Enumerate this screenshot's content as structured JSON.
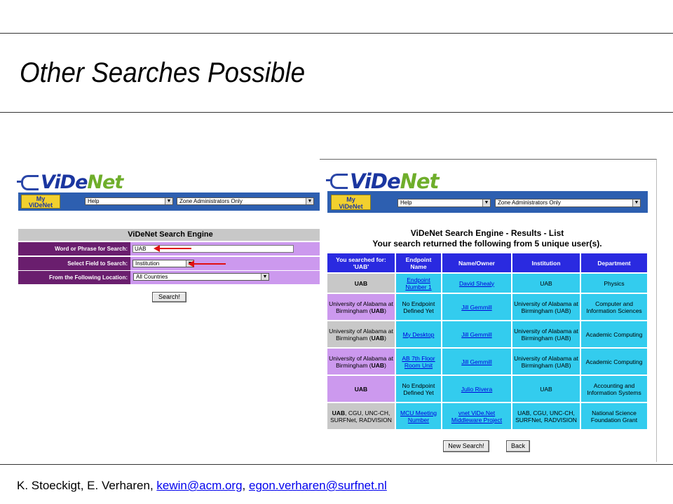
{
  "slide": {
    "title": "Other Searches Possible",
    "footer": {
      "authors": "K. Stoeckigt, E. Verharen, ",
      "email1": "kewin@acm.org",
      "sep": ", ",
      "email2": "egon.verharen@surfnet.nl"
    }
  },
  "brand": {
    "logo_left": "ViDe",
    "logo_right": "Net",
    "my_label_1": "My",
    "my_label_2": "ViDeNet",
    "help_select": "Help",
    "zone_select": "Zone Administrators Only"
  },
  "search_form": {
    "title": "ViDeNet Search Engine",
    "rows": [
      {
        "label": "Word or Phrase for Search:",
        "value": "UAB"
      },
      {
        "label": "Select Field to Search:",
        "value": "Institution"
      },
      {
        "label": "From the Following Location:",
        "value": "All Countries"
      }
    ],
    "search_button": "Search!"
  },
  "results": {
    "heading1": "ViDeNet Search Engine - Results - List",
    "heading2": "Your search returned the following from 5 unique user(s).",
    "columns": [
      "You searched for: 'UAB'",
      "Endpoint Name",
      "Name/Owner",
      "Institution",
      "Department"
    ],
    "rows": [
      {
        "searched_pre": "",
        "searched_bold": "UAB",
        "searched_post": "",
        "endpoint": "Endpoint Number 1",
        "endpoint_link": true,
        "owner": "David Shealy",
        "institution": "UAB",
        "department": "Physics",
        "style": "gray"
      },
      {
        "searched_pre": "University of Alabama at Birmingham (",
        "searched_bold": "UAB",
        "searched_post": ")",
        "endpoint": "No Endpoint Defined Yet",
        "endpoint_link": false,
        "owner": "Jill Gemmill",
        "institution": "University of Alabama at Birmingham (UAB)",
        "department": "Computer and Information Sciences",
        "style": "lilac"
      },
      {
        "searched_pre": "University of Alabama at Birmingham (",
        "searched_bold": "UAB",
        "searched_post": ")",
        "endpoint": "My Desktop",
        "endpoint_link": true,
        "owner": "Jill Gemmill",
        "institution": "University of Alabama at Birmingham (UAB)",
        "department": "Academic Computing",
        "style": "gray"
      },
      {
        "searched_pre": "University of Alabama at Birmingham (",
        "searched_bold": "UAB",
        "searched_post": ")",
        "endpoint": "AB 7th Floor Room Unit",
        "endpoint_link": true,
        "owner": "Jill Gemmill",
        "institution": "University of Alabama at Birmingham (UAB)",
        "department": "Academic Computing",
        "style": "lilac"
      },
      {
        "searched_pre": "",
        "searched_bold": "UAB",
        "searched_post": "",
        "endpoint": "No Endpoint Defined Yet",
        "endpoint_link": false,
        "owner": "Julio Rivera",
        "institution": "UAB",
        "department": "Accounting and Information Systems",
        "style": "lilac"
      },
      {
        "searched_pre": "",
        "searched_bold": "UAB",
        "searched_post": ", CGU, UNC-CH, SURFNet, RADVISION",
        "endpoint": "MCU Meeting Number",
        "endpoint_link": true,
        "owner": "vnet ViDe.Net Middleware Project",
        "institution": "UAB, CGU, UNC-CH, SURFNet, RADVISION",
        "department": "National Science Foundation Grant",
        "style": "gray"
      }
    ],
    "new_search_button": "New Search!",
    "back_button": "Back"
  }
}
